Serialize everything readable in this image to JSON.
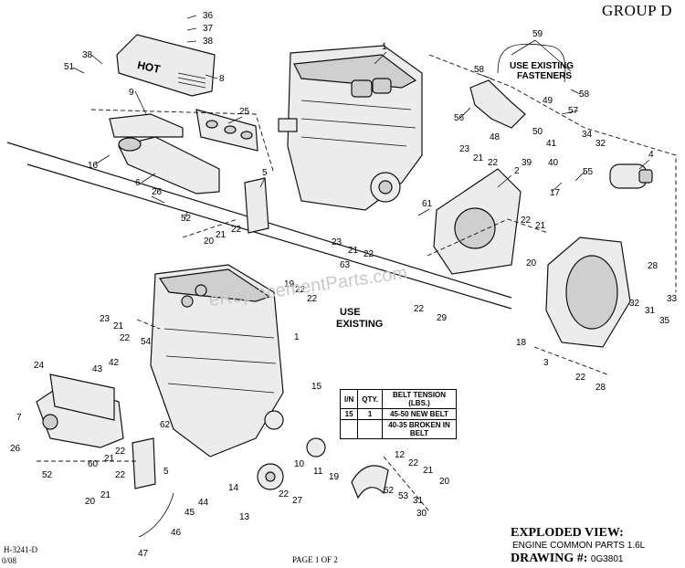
{
  "header": {
    "group": "GROUP D"
  },
  "callouts": [
    {
      "id": "c36",
      "label": "36"
    },
    {
      "id": "c37",
      "label": "37"
    },
    {
      "id": "c38a",
      "label": "38"
    },
    {
      "id": "c38b",
      "label": "38"
    },
    {
      "id": "c51",
      "label": "51"
    },
    {
      "id": "c8",
      "label": "8"
    },
    {
      "id": "c1a",
      "label": "1"
    },
    {
      "id": "c9",
      "label": "9"
    },
    {
      "id": "c25",
      "label": "25"
    },
    {
      "id": "c16",
      "label": "16"
    },
    {
      "id": "c6",
      "label": "6"
    },
    {
      "id": "c5a",
      "label": "5"
    },
    {
      "id": "c26a",
      "label": "26"
    },
    {
      "id": "c52a",
      "label": "52"
    },
    {
      "id": "c22a",
      "label": "22"
    },
    {
      "id": "c21a",
      "label": "21"
    },
    {
      "id": "c20a",
      "label": "20"
    },
    {
      "id": "c59",
      "label": "59"
    },
    {
      "id": "c58a",
      "label": "58"
    },
    {
      "id": "c58b",
      "label": "58"
    },
    {
      "id": "c49",
      "label": "49"
    },
    {
      "id": "c57",
      "label": "57"
    },
    {
      "id": "c56",
      "label": "56"
    },
    {
      "id": "c50",
      "label": "50"
    },
    {
      "id": "c41",
      "label": "41"
    },
    {
      "id": "c48",
      "label": "48"
    },
    {
      "id": "c39",
      "label": "39"
    },
    {
      "id": "c40",
      "label": "40"
    },
    {
      "id": "c34",
      "label": "34"
    },
    {
      "id": "c32a",
      "label": "32"
    },
    {
      "id": "c4",
      "label": "4"
    },
    {
      "id": "c23a",
      "label": "23"
    },
    {
      "id": "c21b",
      "label": "21"
    },
    {
      "id": "c22b",
      "label": "22"
    },
    {
      "id": "c2",
      "label": "2"
    },
    {
      "id": "c55",
      "label": "55"
    },
    {
      "id": "c17",
      "label": "17"
    },
    {
      "id": "c61",
      "label": "61"
    },
    {
      "id": "c22c",
      "label": "22"
    },
    {
      "id": "c21c",
      "label": "21"
    },
    {
      "id": "c20b",
      "label": "20"
    },
    {
      "id": "c23b",
      "label": "23"
    },
    {
      "id": "c21d",
      "label": "21"
    },
    {
      "id": "c22d",
      "label": "22"
    },
    {
      "id": "c63",
      "label": "63"
    },
    {
      "id": "c19a",
      "label": "19"
    },
    {
      "id": "c22e",
      "label": "22"
    },
    {
      "id": "c22f",
      "label": "22"
    },
    {
      "id": "c29",
      "label": "29"
    },
    {
      "id": "c22g",
      "label": "22"
    },
    {
      "id": "c28a",
      "label": "28"
    },
    {
      "id": "c32b",
      "label": "32"
    },
    {
      "id": "c33",
      "label": "33"
    },
    {
      "id": "c31a",
      "label": "31"
    },
    {
      "id": "c35",
      "label": "35"
    },
    {
      "id": "c18",
      "label": "18"
    },
    {
      "id": "c3",
      "label": "3"
    },
    {
      "id": "c22h",
      "label": "22"
    },
    {
      "id": "c28b",
      "label": "28"
    },
    {
      "id": "c23c",
      "label": "23"
    },
    {
      "id": "c21e",
      "label": "21"
    },
    {
      "id": "c22i",
      "label": "22"
    },
    {
      "id": "c1b",
      "label": "1"
    },
    {
      "id": "c54",
      "label": "54"
    },
    {
      "id": "c43",
      "label": "43"
    },
    {
      "id": "c42",
      "label": "42"
    },
    {
      "id": "c24",
      "label": "24"
    },
    {
      "id": "c7",
      "label": "7"
    },
    {
      "id": "c15",
      "label": "15"
    },
    {
      "id": "c62",
      "label": "62"
    },
    {
      "id": "c26b",
      "label": "26"
    },
    {
      "id": "c52b",
      "label": "52"
    },
    {
      "id": "c60",
      "label": "60"
    },
    {
      "id": "c21f",
      "label": "21"
    },
    {
      "id": "c22j",
      "label": "22"
    },
    {
      "id": "c20c",
      "label": "20"
    },
    {
      "id": "c21g",
      "label": "21"
    },
    {
      "id": "c22k",
      "label": "22"
    },
    {
      "id": "c5b",
      "label": "5"
    },
    {
      "id": "c44",
      "label": "44"
    },
    {
      "id": "c45",
      "label": "45"
    },
    {
      "id": "c46",
      "label": "46"
    },
    {
      "id": "c47",
      "label": "47"
    },
    {
      "id": "c14",
      "label": "14"
    },
    {
      "id": "c13",
      "label": "13"
    },
    {
      "id": "c10",
      "label": "10"
    },
    {
      "id": "c11",
      "label": "11"
    },
    {
      "id": "c19b",
      "label": "19"
    },
    {
      "id": "c22l",
      "label": "22"
    },
    {
      "id": "c27",
      "label": "27"
    },
    {
      "id": "c12",
      "label": "12"
    },
    {
      "id": "c22m",
      "label": "22"
    },
    {
      "id": "c21h",
      "label": "21"
    },
    {
      "id": "c20d",
      "label": "20"
    },
    {
      "id": "c52c",
      "label": "52"
    },
    {
      "id": "c53",
      "label": "53"
    },
    {
      "id": "c31b",
      "label": "31"
    },
    {
      "id": "c30",
      "label": "30"
    }
  ],
  "notes": {
    "use_existing_fasteners": [
      "USE EXISTING",
      "FASTENERS"
    ],
    "use_existing": [
      "USE",
      "EXISTING"
    ],
    "hot_label": "HOT"
  },
  "belt_table": {
    "headers": [
      "I/N",
      "QTY.",
      "BELT TENSION (LBS.)"
    ],
    "rows": [
      [
        "15",
        "1",
        "45-50 NEW BELT"
      ],
      [
        "",
        "",
        "40-35 BROKEN IN BELT"
      ]
    ]
  },
  "footer": {
    "doc_number": "H-3241-D",
    "doc_date": "0/08",
    "page": "PAGE 1 OF 2",
    "title": "EXPLODED VIEW:",
    "subtitle": "ENGINE COMMON PARTS 1.6L",
    "drawing_label": "DRAWING #:",
    "drawing_number": "0G3801"
  },
  "watermark": "eReplacementParts.com"
}
